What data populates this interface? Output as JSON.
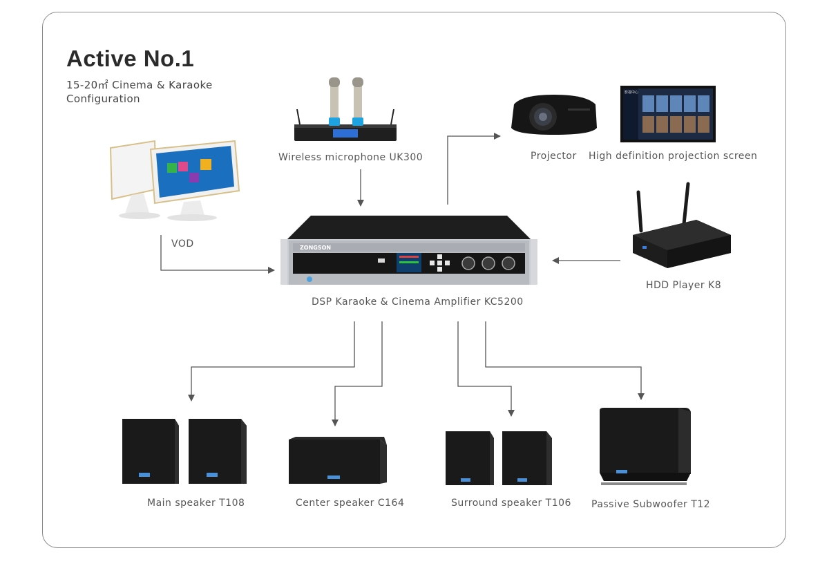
{
  "title": "Active No.1",
  "subtitle_line1": "15-20㎡ Cinema & Karaoke",
  "subtitle_line2": "Configuration",
  "labels": {
    "microphone": "Wireless microphone UK300",
    "projector": "Projector",
    "screen": "High definition projection screen",
    "vod": "VOD",
    "hdd": "HDD Player K8",
    "amplifier": "DSP Karaoke & Cinema Amplifier KC5200",
    "main_speaker": "Main speaker T108",
    "center_speaker": "Center speaker C164",
    "surround_speaker": "Surround speaker T106",
    "subwoofer": "Passive Subwoofer T12"
  },
  "amp_brand": "ZONGSON",
  "screen_menu_title": "影视中心",
  "colors": {
    "line": "#555555",
    "frame": "#8a8a8a",
    "device": "#1b1b1b"
  }
}
